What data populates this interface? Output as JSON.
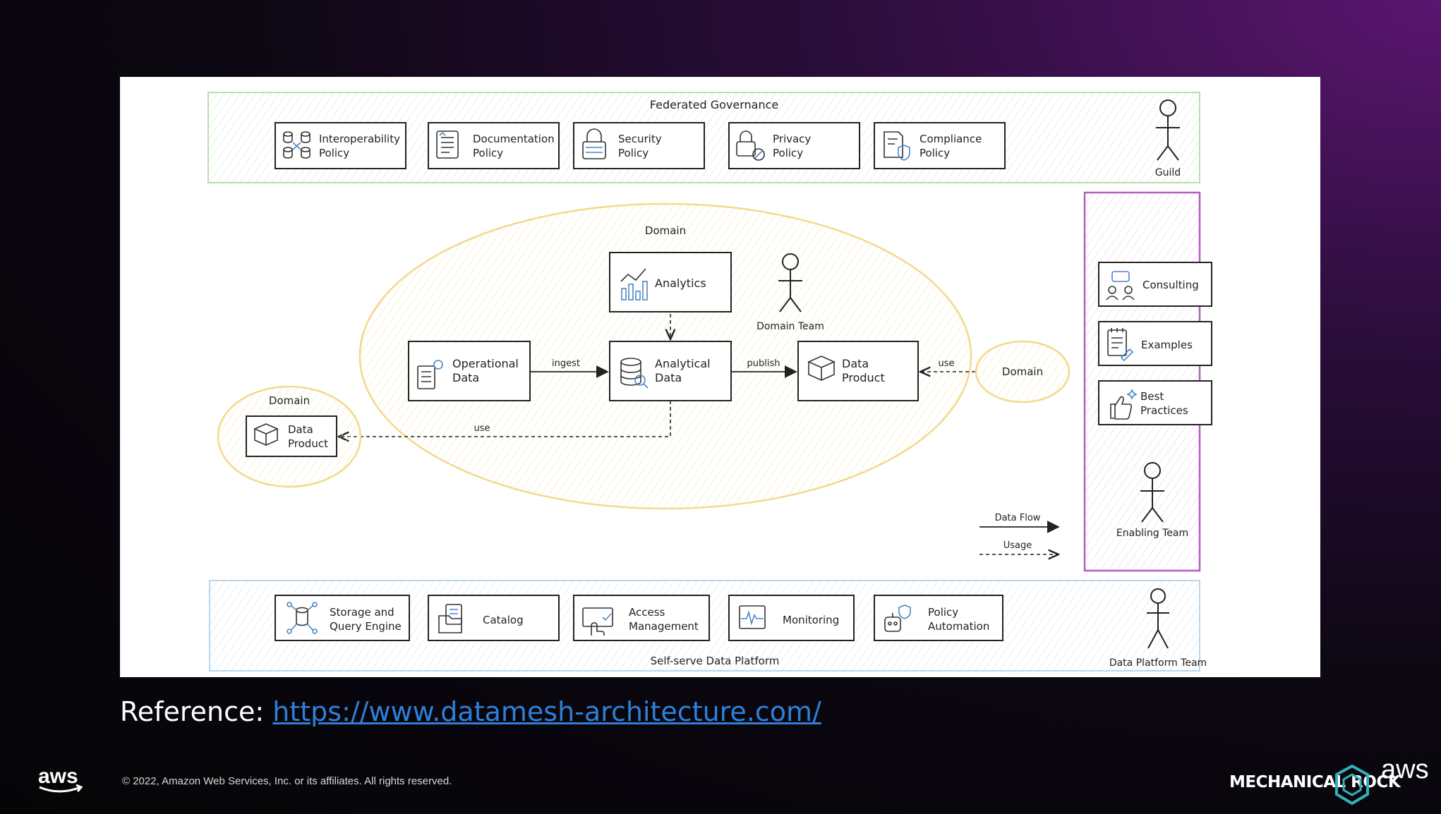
{
  "governance": {
    "title": "Federated Governance",
    "guild_label": "Guild",
    "policies": [
      {
        "line1": "Interoperability",
        "line2": "Policy",
        "icon": "database-interop-icon"
      },
      {
        "line1": "Documentation",
        "line2": "Policy",
        "icon": "document-icon"
      },
      {
        "line1": "Security",
        "line2": "Policy",
        "icon": "lock-icon"
      },
      {
        "line1": "Privacy",
        "line2": "Policy",
        "icon": "privacy-lock-icon"
      },
      {
        "line1": "Compliance",
        "line2": "Policy",
        "icon": "compliance-shield-icon"
      }
    ]
  },
  "main_domain": {
    "label": "Domain",
    "team_label": "Domain Team",
    "analytics": "Analytics",
    "operational": {
      "line1": "Operational",
      "line2": "Data"
    },
    "analytical": {
      "line1": "Analytical",
      "line2": "Data"
    },
    "product": {
      "line1": "Data",
      "line2": "Product"
    },
    "edge_ingest": "ingest",
    "edge_publish": "publish",
    "edge_use_right": "use",
    "edge_use_left": "use"
  },
  "left_domain": {
    "label": "Domain",
    "product": {
      "line1": "Data",
      "line2": "Product"
    }
  },
  "right_domain": {
    "label": "Domain"
  },
  "legend": {
    "flow": "Data Flow",
    "usage": "Usage"
  },
  "enabling": {
    "team_label": "Enabling Team",
    "items": [
      {
        "line1": "Consulting",
        "line2": "",
        "icon": "consulting-icon"
      },
      {
        "line1": "Examples",
        "line2": "",
        "icon": "notepad-icon"
      },
      {
        "line1": "Best",
        "line2": "Practices",
        "icon": "thumbs-up-icon"
      }
    ]
  },
  "platform": {
    "title": "Self-serve Data Platform",
    "team_label": "Data Platform Team",
    "items": [
      {
        "line1": "Storage and",
        "line2": "Query Engine",
        "icon": "storage-icon"
      },
      {
        "line1": "Catalog",
        "line2": "",
        "icon": "catalog-icon"
      },
      {
        "line1": "Access",
        "line2": "Management",
        "icon": "access-icon"
      },
      {
        "line1": "Monitoring",
        "line2": "",
        "icon": "monitoring-icon"
      },
      {
        "line1": "Policy",
        "line2": "Automation",
        "icon": "robot-icon"
      }
    ]
  },
  "reference": {
    "prefix": "Reference:",
    "url": "https://www.datamesh-architecture.com/"
  },
  "footer": {
    "copyright": "© 2022, Amazon Web Services, Inc. or its affiliates. All rights reserved.",
    "aws_logo": "aws",
    "brand": "MECHANICAL ROCK",
    "brand_aws": "aws"
  },
  "colors": {
    "governance": "#cfe8c6",
    "domain": "#f3d98a",
    "enabling": "#b25fbe",
    "platform": "#b8d6ec",
    "link": "#2f7fd8"
  }
}
